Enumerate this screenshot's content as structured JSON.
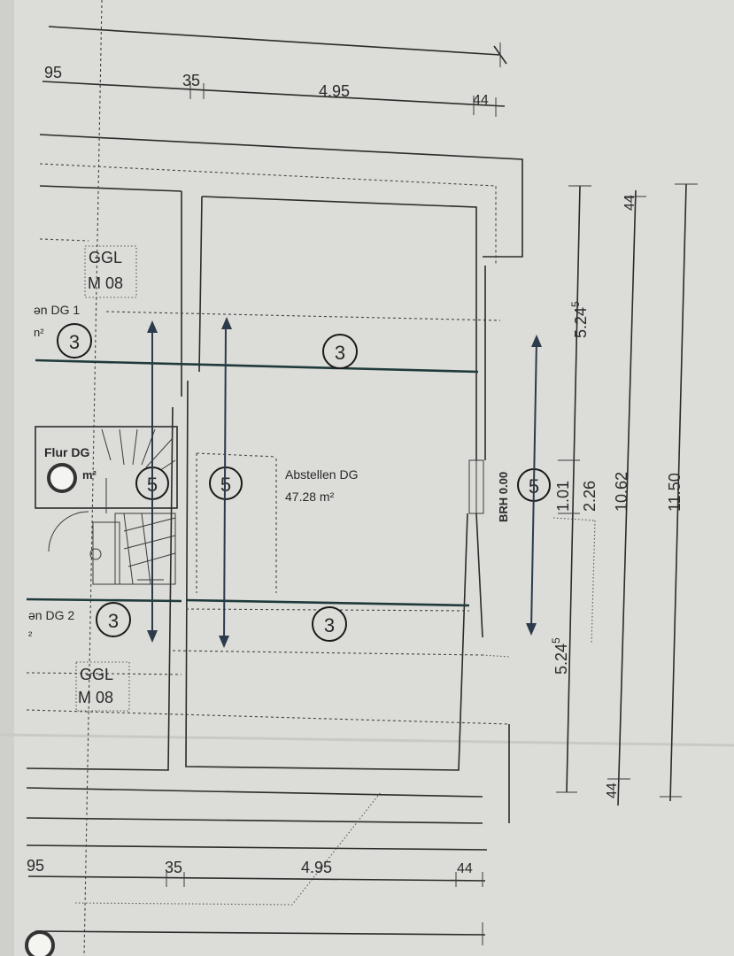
{
  "dimensions_top": {
    "d1": "95",
    "d2": "35",
    "d3": "4.95",
    "d4": "44"
  },
  "dimensions_bottom": {
    "d1": "95",
    "d2": "35",
    "d3": "4.95",
    "d4": "44"
  },
  "dimensions_right": {
    "d1": "5.24",
    "d1_sup": "5",
    "d2": "1.01",
    "d3": "2.26",
    "d4": "5.24",
    "d4_sup": "5",
    "d5": "10.62",
    "d6": "11.50",
    "d7": "44",
    "d8": "44"
  },
  "labels": {
    "ggl_top": "GGL",
    "m08_top": "M 08",
    "ggl_bottom": "GGL",
    "m08_bottom": "M 08",
    "room_dg1": "ən DG 1",
    "room_dg1_unit": "n²",
    "room_dg2": "ən DG 2",
    "room_dg2_unit": "²",
    "flur": "Flur DG",
    "flur_unit": "m²",
    "abstellen": "Abstellen DG",
    "abstellen_area": "47.28 m²",
    "brh": "BRH 0.00"
  },
  "markers": {
    "m1": "3",
    "m2": "3",
    "m3": "3",
    "m4": "3",
    "m5": "5",
    "m6": "5",
    "m7": "5"
  },
  "colors": {
    "paper": "#dcdcd8",
    "ink": "#2b2b2b",
    "accent": "#2b3b4b"
  }
}
